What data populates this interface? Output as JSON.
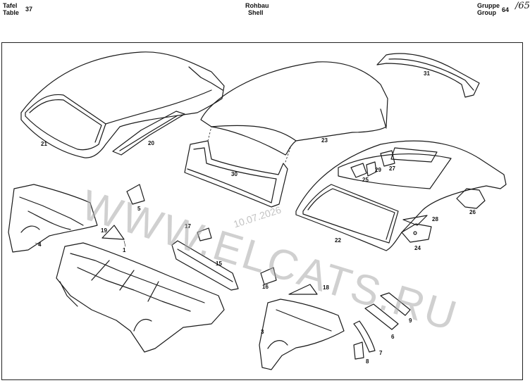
{
  "header": {
    "table_de": "Tafel",
    "table_en": "Table",
    "table_number": "37",
    "section_de": "Rohbau",
    "section_en": "Shell",
    "group_de": "Gruppe",
    "group_en": "Group",
    "group_number": "64",
    "group_handwritten": "/65"
  },
  "parts": [
    {
      "id": "part-1",
      "label": "1"
    },
    {
      "id": "part-3",
      "label": "3"
    },
    {
      "id": "part-4",
      "label": "4"
    },
    {
      "id": "part-5",
      "label": "5"
    },
    {
      "id": "part-6",
      "label": "6"
    },
    {
      "id": "part-7",
      "label": "7"
    },
    {
      "id": "part-8",
      "label": "8"
    },
    {
      "id": "part-9",
      "label": "9"
    },
    {
      "id": "part-15",
      "label": "15"
    },
    {
      "id": "part-16",
      "label": "16"
    },
    {
      "id": "part-17",
      "label": "17"
    },
    {
      "id": "part-18",
      "label": "18"
    },
    {
      "id": "part-19",
      "label": "19"
    },
    {
      "id": "part-20",
      "label": "20"
    },
    {
      "id": "part-21",
      "label": "21"
    },
    {
      "id": "part-22",
      "label": "22"
    },
    {
      "id": "part-23",
      "label": "23"
    },
    {
      "id": "part-24",
      "label": "24"
    },
    {
      "id": "part-25",
      "label": "25"
    },
    {
      "id": "part-26",
      "label": "26"
    },
    {
      "id": "part-27",
      "label": "27"
    },
    {
      "id": "part-28",
      "label": "28"
    },
    {
      "id": "part-29",
      "label": "29"
    },
    {
      "id": "part-30",
      "label": "30"
    },
    {
      "id": "part-31",
      "label": "31"
    }
  ],
  "watermark": {
    "site": "WWW.ELCATS.RU",
    "date": "10.07.2026"
  }
}
